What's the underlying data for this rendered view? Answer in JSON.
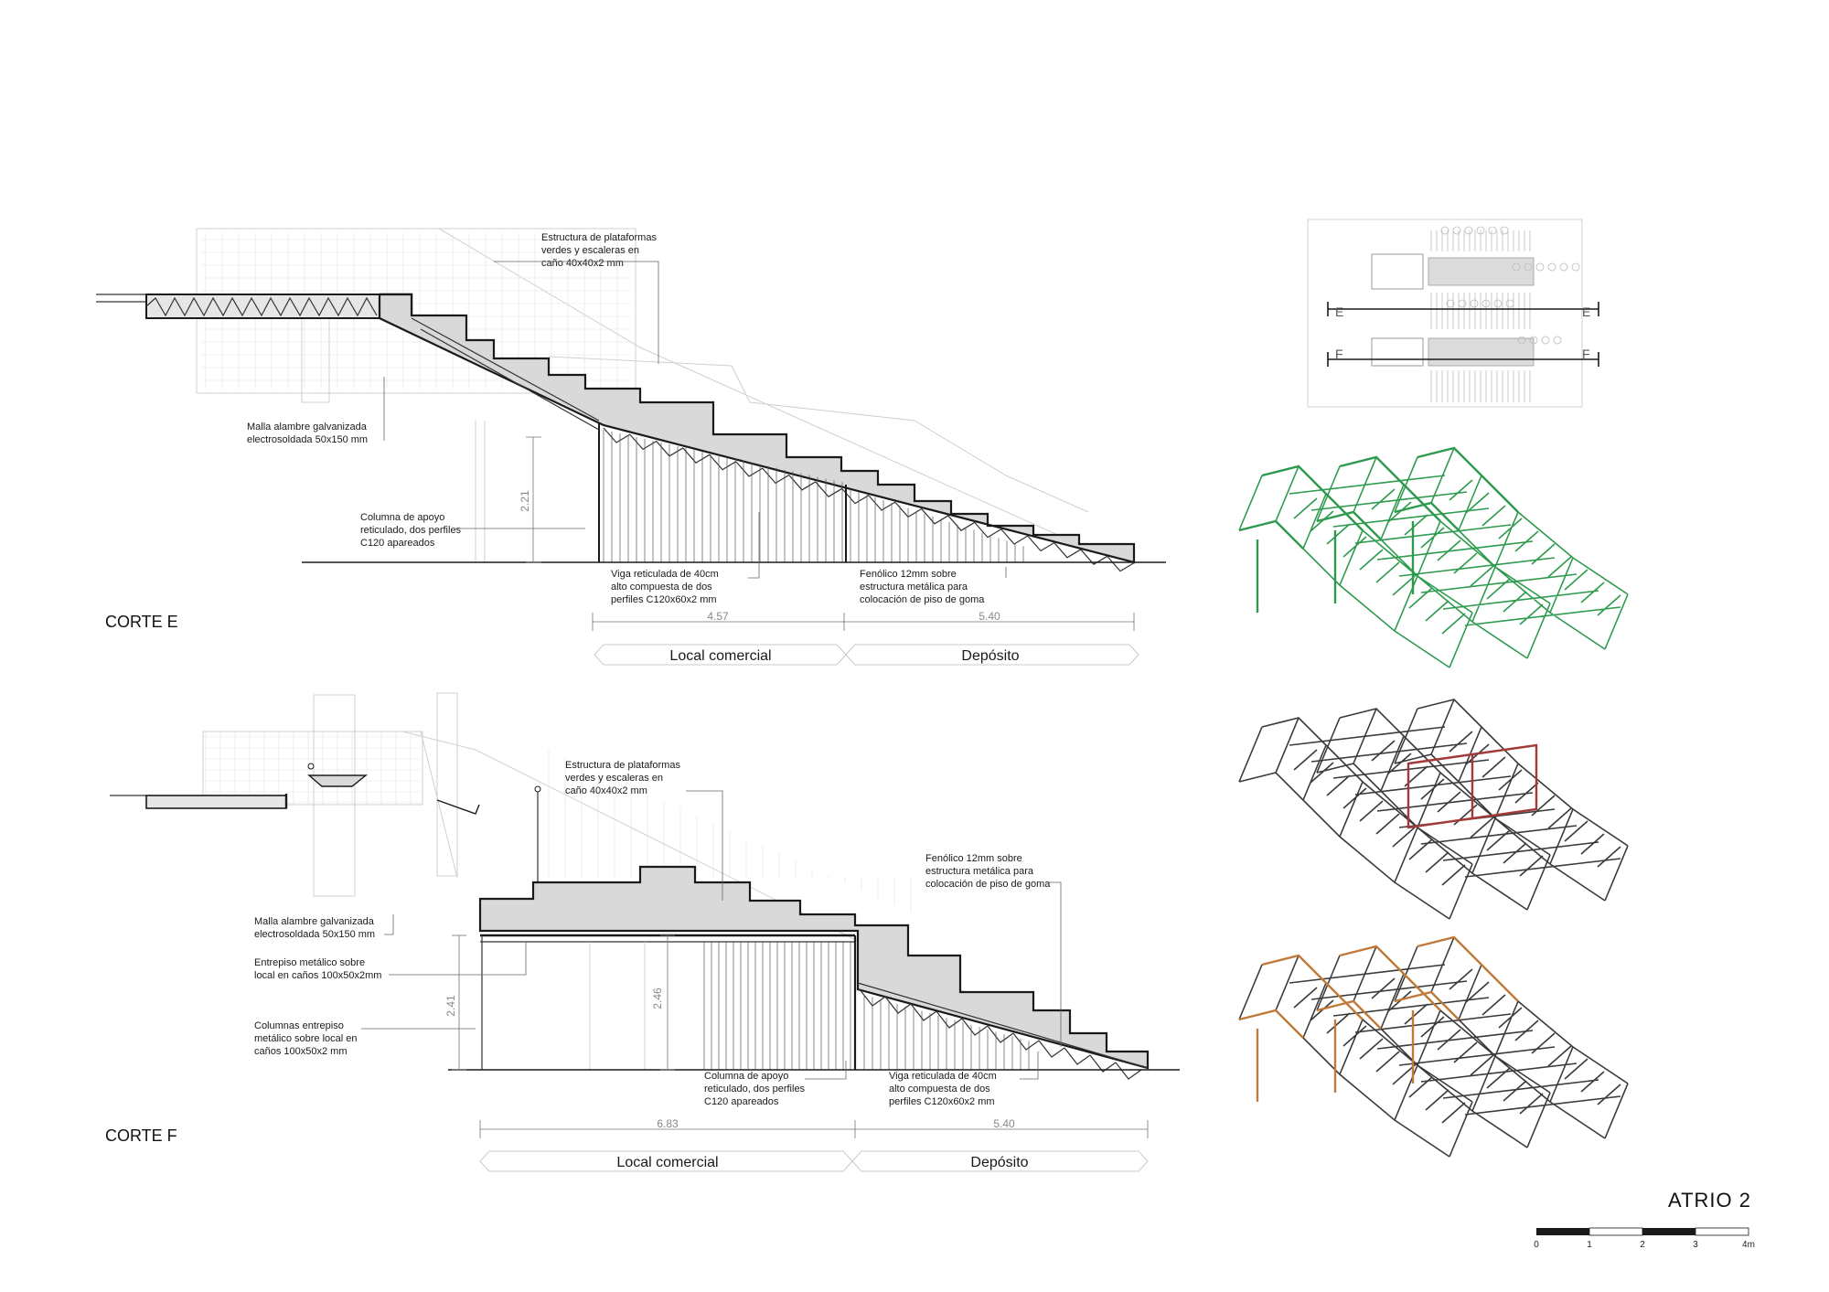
{
  "sheet_title": "ATRIO 2",
  "corte_e": {
    "label": "CORTE E",
    "notes": [
      [
        "Estructura de plataformas",
        "verdes y escaleras en",
        "caño 40x40x2 mm"
      ],
      [
        "Malla alambre galvanizada",
        "electrosoldada 50x150 mm"
      ],
      [
        "Columna de apoyo",
        "reticulado, dos perfiles",
        "C120 apareados"
      ],
      [
        "Viga reticulada de 40cm",
        "alto compuesta de dos",
        "perfiles C120x60x2 mm"
      ],
      [
        "Fenólico 12mm sobre",
        "estructura metálica para",
        "colocación de piso de goma"
      ]
    ],
    "dims": {
      "height": "2.21",
      "span_a": "4.57",
      "span_b": "5.40"
    },
    "rooms": [
      "Local comercial",
      "Depósito"
    ]
  },
  "corte_f": {
    "label": "CORTE F",
    "notes": [
      [
        "Estructura de plataformas",
        "verdes y escaleras en",
        "caño 40x40x2 mm"
      ],
      [
        "Fenólico 12mm sobre",
        "estructura metálica para",
        "colocación de piso de goma"
      ],
      [
        "Malla alambre galvanizada",
        "electrosoldada 50x150 mm"
      ],
      [
        "Entrepiso metálico sobre",
        "local en caños 100x50x2mm"
      ],
      [
        "Columnas entrepiso",
        "metálico sobre local en",
        "caños 100x50x2 mm"
      ],
      [
        "Columna de apoyo",
        "reticulado, dos perfiles",
        "C120 apareados"
      ],
      [
        "Viga reticulada de 40cm",
        "alto compuesta de dos",
        "perfiles C120x60x2 mm"
      ]
    ],
    "dims": {
      "height_a": "2.41",
      "height_b": "2.46",
      "span_a": "6.83",
      "span_b": "5.40"
    },
    "rooms": [
      "Local comercial",
      "Depósito"
    ]
  },
  "key_plan": {
    "cut_e": "E",
    "cut_f": "F"
  },
  "axonometrics": [
    {
      "name": "green",
      "color": "#2e9a4e"
    },
    {
      "name": "red-highlight",
      "color": "#a33a3a"
    },
    {
      "name": "orange",
      "color": "#c07a3a"
    }
  ],
  "colors": {
    "line": "#1a1a1a",
    "faint": "#cfcfcf",
    "green": "#2e9a4e",
    "red": "#a33a3a",
    "orange": "#c07a3a",
    "fill": "#d9d9d9"
  },
  "scale_bar": {
    "ticks": [
      "0",
      "1",
      "2",
      "3",
      "4m"
    ]
  }
}
